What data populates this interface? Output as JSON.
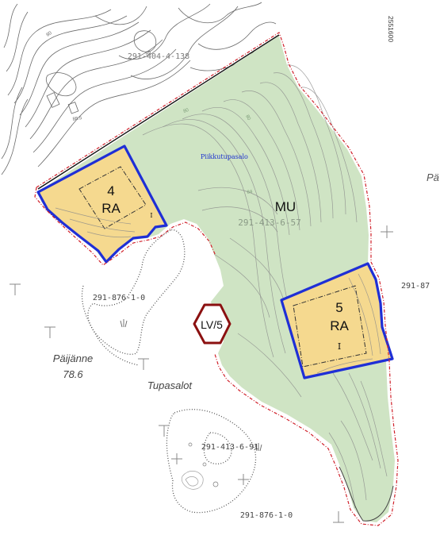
{
  "colors": {
    "mu_area": "#cfe4c4",
    "ra_area": "#f5d98f",
    "ra_border": "#1f2fd6",
    "boundary_red": "#d0202a",
    "lv_border": "#8b1010",
    "place_name_blue": "#1a2fd0"
  },
  "zones": {
    "mu": {
      "code": "MU"
    },
    "ra4": {
      "number": "4",
      "code": "RA",
      "mark": "I"
    },
    "ra5": {
      "number": "5",
      "code": "RA",
      "mark": "I"
    },
    "lv": {
      "code": "LV/5"
    }
  },
  "place_names": {
    "island": "Piikkutupasalo",
    "lake": "Päijänne",
    "lake_level": "78.6",
    "islets": "Tupasalot",
    "edge_fragment": "Pä"
  },
  "parcels": {
    "north": "291-404-4-138",
    "main": "291-413-6-57",
    "west": "291-876-1-0",
    "east_fragment": "291-87",
    "south_island": "291-413-6-91",
    "south": "291-876-1-0"
  },
  "grid_coordinate": "2551600",
  "elevation_labels": [
    "88.5",
    "80",
    "85",
    "80",
    "84",
    "80"
  ],
  "icons": [
    "marsh-symbol",
    "forest-symbol"
  ]
}
